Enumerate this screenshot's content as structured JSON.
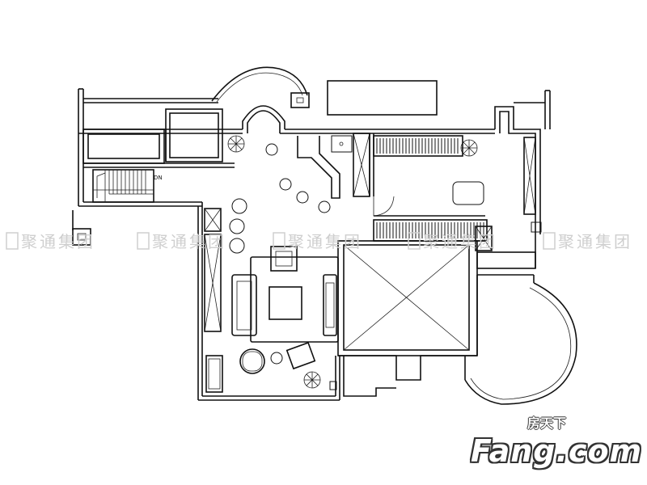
{
  "plan": {
    "stair_label": "DN"
  },
  "watermarks": [
    "聚通集团",
    "聚通集团",
    "聚通集团",
    "聚通集团",
    "聚通集团"
  ],
  "logo": {
    "small_text": "房天下",
    "brand_text": "Fang.com"
  }
}
